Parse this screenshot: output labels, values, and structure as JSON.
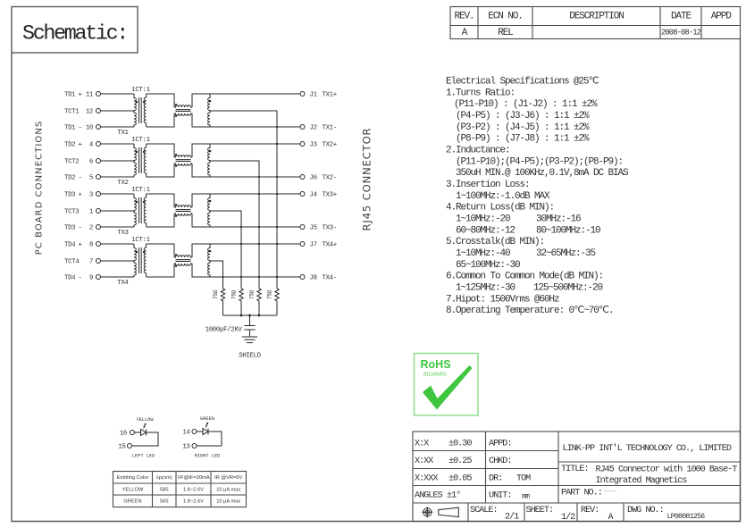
{
  "header": {
    "title": "Schematic:"
  },
  "revision_table": {
    "columns": [
      "REV.",
      "ECN NO.",
      "DESCRIPTION",
      "DATE",
      "APPD"
    ],
    "rows": [
      [
        "A",
        "REL",
        "",
        "2008-08-12",
        ""
      ]
    ]
  },
  "schematic": {
    "left_side_label": "PC BOARD CONNECTIONS",
    "right_side_label": "RJ45 CONNECTOR",
    "channels": [
      {
        "transformer": "TX1",
        "ratio": "1CT:1",
        "pcb_pins": [
          {
            "name": "TD1",
            "polarity": "+",
            "pin": "11"
          },
          {
            "name": "TCT1",
            "polarity": "",
            "pin": "12"
          },
          {
            "name": "TD1",
            "polarity": "-",
            "pin": "10"
          }
        ],
        "rj45_pins": [
          {
            "pin": "J1",
            "signal": "TX1+"
          },
          {
            "pin": "J2",
            "signal": "TX1-"
          }
        ]
      },
      {
        "transformer": "TX2",
        "ratio": "1CT:1",
        "pcb_pins": [
          {
            "name": "TD2",
            "polarity": "+",
            "pin": "4"
          },
          {
            "name": "TCT2",
            "polarity": "",
            "pin": "6"
          },
          {
            "name": "TD2",
            "polarity": "-",
            "pin": "5"
          }
        ],
        "rj45_pins": [
          {
            "pin": "J3",
            "signal": "TX2+"
          },
          {
            "pin": "J6",
            "signal": "TX2-"
          }
        ]
      },
      {
        "transformer": "TX3",
        "ratio": "1CT:1",
        "pcb_pins": [
          {
            "name": "TD3",
            "polarity": "+",
            "pin": "3"
          },
          {
            "name": "TCT3",
            "polarity": "",
            "pin": "1"
          },
          {
            "name": "TD3",
            "polarity": "-",
            "pin": "2"
          }
        ],
        "rj45_pins": [
          {
            "pin": "J4",
            "signal": "TX3+"
          },
          {
            "pin": "J5",
            "signal": "TX3-"
          }
        ]
      },
      {
        "transformer": "TX4",
        "ratio": "1CT:1",
        "pcb_pins": [
          {
            "name": "TD4",
            "polarity": "+",
            "pin": "8"
          },
          {
            "name": "TCT4",
            "polarity": "",
            "pin": "7"
          },
          {
            "name": "TD4",
            "polarity": "-",
            "pin": "9"
          }
        ],
        "rj45_pins": [
          {
            "pin": "J7",
            "signal": "TX4+"
          },
          {
            "pin": "J8",
            "signal": "TX4-"
          }
        ]
      }
    ],
    "termination": {
      "resistors": [
        "75Ω",
        "75Ω",
        "75Ω",
        "75Ω"
      ],
      "capacitor": "1000pF/2KV",
      "ground": "SHIELD"
    }
  },
  "leds": [
    {
      "color": "YELLOW",
      "anode_pin": "16",
      "cathode_pin": "15",
      "position": "LEFT LED"
    },
    {
      "color": "GREEN",
      "anode_pin": "14",
      "cathode_pin": "13",
      "position": "RIGHT LED"
    }
  ],
  "led_table": {
    "columns": [
      "Emitting Color",
      "λp(nm)",
      "VF@IF=20mA",
      "IR @VR=5V"
    ],
    "rows": [
      [
        "YELLOW",
        "585",
        "1.8~2.6V",
        "10 μA max"
      ],
      [
        "GREEN",
        "565",
        "1.8~2.6V",
        "10 μA max"
      ]
    ]
  },
  "electrical_specs": {
    "title": "Electrical Specifications @25℃",
    "sections": [
      {
        "heading": "1.Turns Ratio:",
        "lines": [
          [
            "(P11-P10) : (J1-J2) : 1:1  ±2%"
          ],
          [
            "(P4-P5) : (J3-J6) : 1:1  ±2%"
          ],
          [
            "(P3-P2) : (J4-J5) : 1:1  ±2%"
          ],
          [
            "(P8-P9) : (J7-J8) : 1:1  ±2%"
          ]
        ]
      },
      {
        "heading": "2.Inductance:",
        "lines": [
          [
            "(P11-P10);(P4-P5);(P3-P2);(P8-P9):"
          ],
          [
            "350uH MIN.@ 100KHz,0.1V,8mA DC BIAS"
          ]
        ]
      },
      {
        "heading": "3.Insertion Loss:",
        "lines": [
          [
            "1~100MHz:-1.0dB MAX"
          ]
        ]
      },
      {
        "heading": "4.Return Loss(dB MIN):",
        "lines": [
          [
            "1~10MHz:-20",
            "30MHz:-16"
          ],
          [
            "60~80MHz:-12",
            "80~100MHz:-10"
          ]
        ]
      },
      {
        "heading": "5.Crosstalk(dB MIN):",
        "lines": [
          [
            "1~10MHz:-40",
            "32~65MHz:-35"
          ],
          [
            "65~100MHz:-30"
          ]
        ]
      },
      {
        "heading": "6.Common To Common Mode(dB MIN):",
        "lines": [
          [
            "1~125MHz:-30",
            "125~500MHz:-20"
          ]
        ]
      },
      {
        "heading": "7.Hipot: 1500Vrms @60Hz",
        "lines": []
      },
      {
        "heading": "8.Operating Temperature: 0℃~70℃.",
        "lines": []
      }
    ]
  },
  "rohs_badge": {
    "label": "RoHS",
    "directive": "2011/65/EC",
    "color": "#3fc63f"
  },
  "title_block": {
    "tolerances": [
      {
        "label": "X:X",
        "value": "±0.30"
      },
      {
        "label": "X:XX",
        "value": "±0.25"
      },
      {
        "label": "X:XXX",
        "value": "±0.05"
      },
      {
        "label": "ANGLES",
        "value": "±1°"
      }
    ],
    "signoffs": [
      {
        "label": "APPD:",
        "value": ""
      },
      {
        "label": "CHKD:",
        "value": ""
      },
      {
        "label": "DR:",
        "value": "TOM"
      },
      {
        "label": "UNIT:",
        "value": "mm"
      }
    ],
    "company": "LINK-PP INT'L TECHNOLOGY CO., LIMITED",
    "title_label": "TITLE:",
    "title_lines": [
      "RJ45 Connector with 1000 Base-T",
      "Integrated Magnetics"
    ],
    "part_no_label": "PART NO.:",
    "part_no": "",
    "scale_label": "SCALE:",
    "scale": "2/1",
    "sheet_label": "SHEET:",
    "sheet": "1/2",
    "rev_label": "REV:",
    "rev": "A",
    "dwg_no_label": "DWG NO.:",
    "dwg_no": "LP08081256"
  },
  "icons": {
    "pin_terminal": "pin-terminal-icon",
    "transformer_winding": "winding-icon",
    "transformer_core": "transformer-core-icon",
    "common_mode_choke": "common-mode-choke-icon",
    "polarity_dot": "polarity-dot-icon",
    "resistor": "resistor-icon",
    "capacitor": "capacitor-icon",
    "ground": "ground-icon",
    "led": "led-diode-icon",
    "light_emission": "light-emission-icon",
    "rohs_check": "checkmark-icon",
    "projection": "projection-symbol-icon"
  }
}
